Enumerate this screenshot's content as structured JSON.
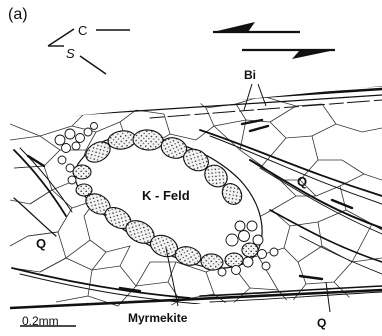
{
  "figure": {
    "panel_label": "(a)",
    "cs_c": "C",
    "cs_s": "S",
    "label_bi": "Bi",
    "label_kfeld": "K - Feld",
    "label_q_right": "Q",
    "label_q_left": "Q",
    "label_myrmekite": "Myrmekite",
    "label_q_bottom": "Q",
    "scale_bar": "0.2mm"
  }
}
